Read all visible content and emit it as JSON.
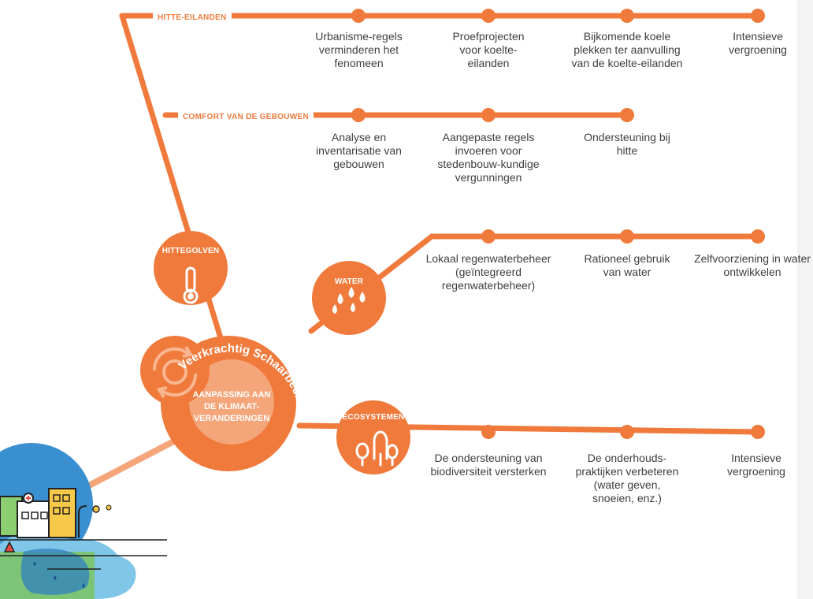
{
  "hub": {
    "brand": "Veerkrachtig Schaarbeek",
    "label": "AANPASSING AAN DE KLIMAAT-VERANDERINGEN",
    "icon": "climate-cycle-gear-icon"
  },
  "nodes": {
    "hittegolven": {
      "label": "HITTEGOLVEN",
      "icon": "thermometer-icon"
    },
    "water": {
      "label": "WATER",
      "icon": "water-drops-icon"
    },
    "ecosystemen": {
      "label": "ECOSYSTEMEN",
      "icon": "trees-icon"
    }
  },
  "branches": {
    "hitte_eilanden": {
      "tag": "HITTE-EILANDEN",
      "steps": [
        "Urbanisme-regels verminderen het fenomeen",
        "Proefprojecten voor koelte-eilanden",
        "Bijkomende koele plekken ter aanvulling van de koelte-eilanden",
        "Intensieve vergroening"
      ]
    },
    "comfort": {
      "tag": "COMFORT VAN DE GEBOUWEN",
      "steps": [
        "Analyse en inventarisatie van gebouwen",
        "Aangepaste regels invoeren voor stedenbouw-kundige vergunningen",
        "Ondersteuning bij hitte"
      ]
    },
    "water": {
      "steps": [
        "Lokaal regenwaterbeheer (geïntegreerd regenwaterbeheer)",
        "Rationeel gebruik van water",
        "Zelfvoorziening in water ontwikkelen"
      ]
    },
    "ecosystemen": {
      "steps": [
        "De ondersteuning van biodiversiteit versterken",
        "De onderhouds-praktijken verbeteren (water geven, snoeien, enz.)",
        "Intensieve vergroening"
      ]
    }
  },
  "illustration": {
    "icon": "city-landscape-illustration"
  },
  "colors": {
    "accent": "#f07a3c",
    "hub_inner": "#f5a57a",
    "text": "#3e3e3e",
    "blue": "#3a8fd0",
    "sky": "#7fc6e8",
    "green": "#7cc46a"
  }
}
